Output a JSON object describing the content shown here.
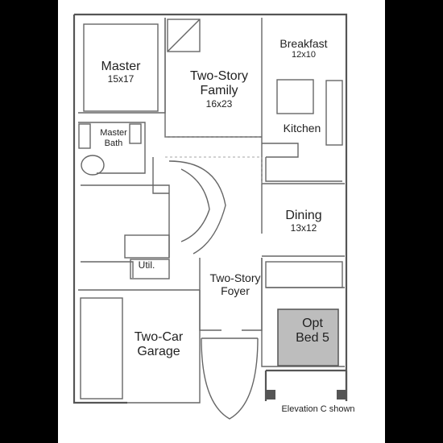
{
  "rooms": {
    "master": {
      "name": "Master",
      "size": "15x17"
    },
    "master_bath": {
      "line1": "Master",
      "line2": "Bath"
    },
    "family": {
      "line1": "Two-Story",
      "line2": "Family",
      "size": "16x23"
    },
    "breakfast": {
      "name": "Breakfast",
      "size": "12x10"
    },
    "kitchen": {
      "name": "Kitchen"
    },
    "dining": {
      "name": "Dining",
      "size": "13x12"
    },
    "util": {
      "name": "Util."
    },
    "foyer": {
      "line1": "Two-Story",
      "line2": "Foyer"
    },
    "garage": {
      "line1": "Two-Car",
      "line2": "Garage"
    },
    "bed5": {
      "line1": "Opt",
      "line2": "Bed 5"
    }
  },
  "caption": "Elevation C shown",
  "colors": {
    "page_bg": "#000000",
    "plan_bg": "#ffffff",
    "wall": "#555555",
    "optional_room": "#bdbdbd"
  }
}
